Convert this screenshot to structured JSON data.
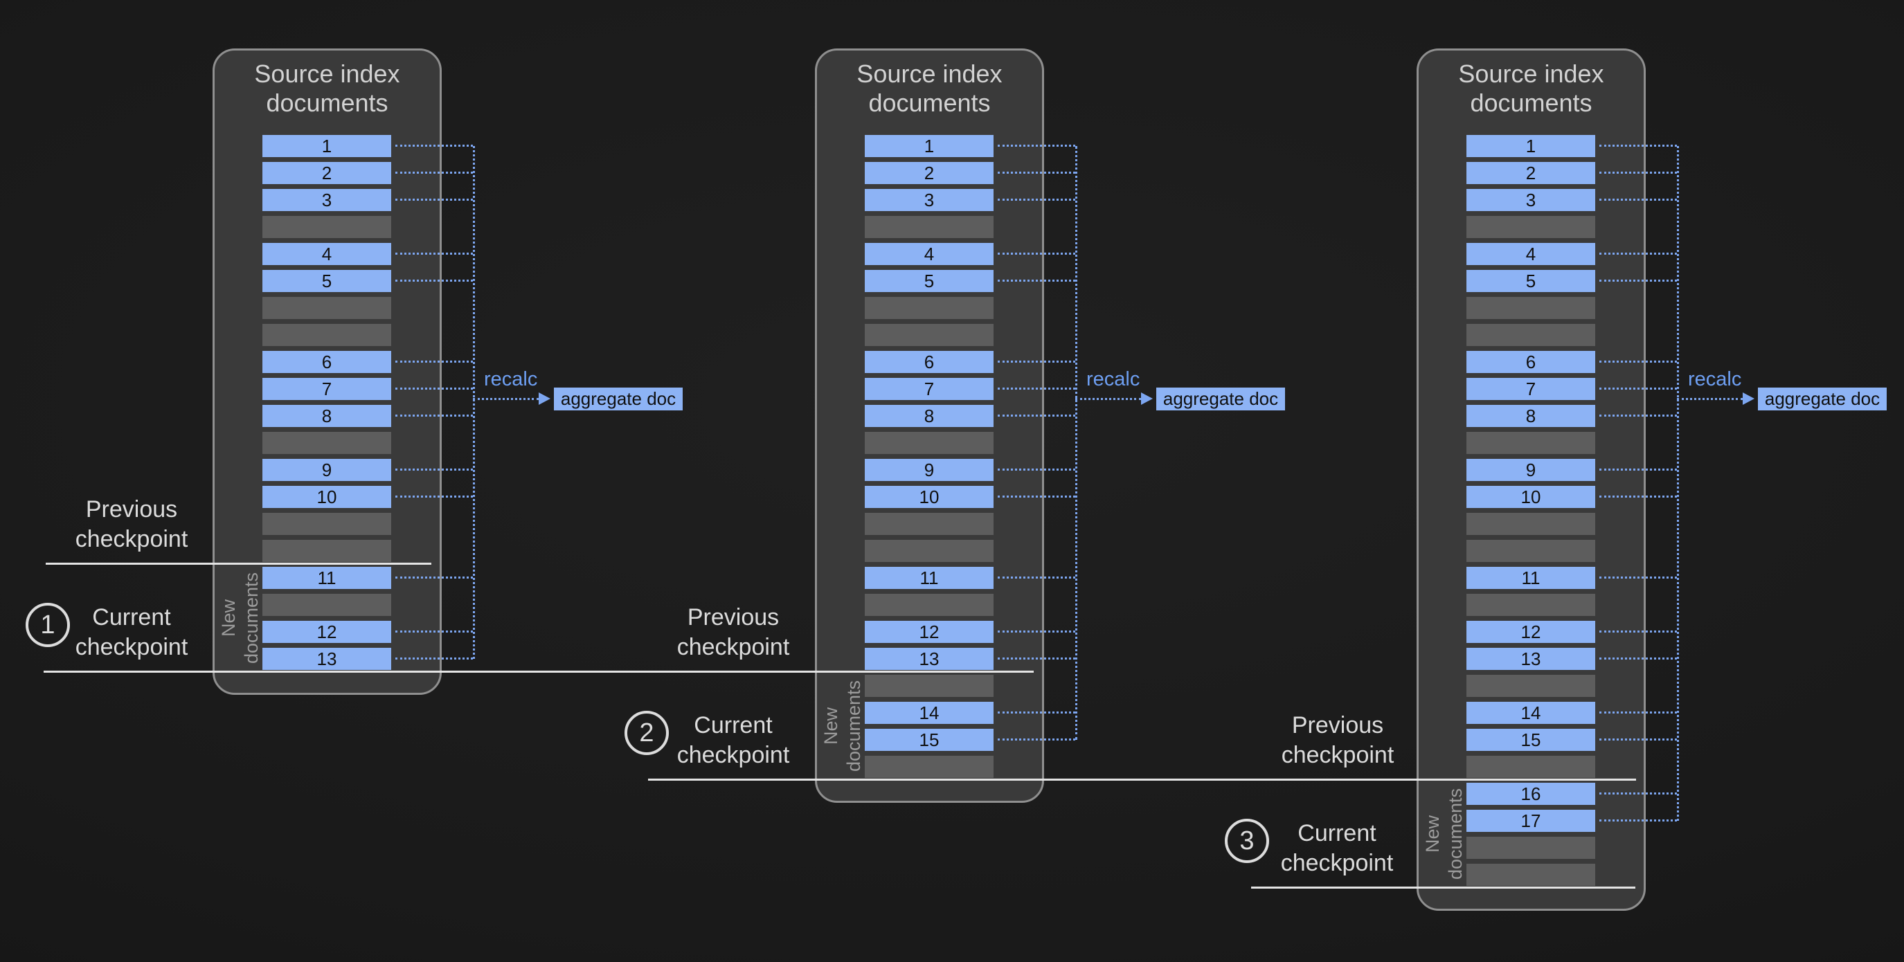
{
  "colors": {
    "background": "#1a1a1a",
    "panel_fill": "#3a3a3a",
    "panel_border": "#8f8f8f",
    "doc_fill": "#8db3f5",
    "doc_text": "#101010",
    "placeholder_fill": "#5d5d5d",
    "connector": "#7da6f0",
    "recalc_text": "#6e9ff2",
    "checkpoint_line": "#e4e4e4",
    "label_text": "#dcdcdc",
    "new_documents_text": "#9c9c9c",
    "title_text": "#d2d2d2"
  },
  "panel_title_lines": [
    "Source index",
    "documents"
  ],
  "recalc_label": "recalc",
  "aggregate_doc_label": "aggregate doc",
  "new_documents_lines": [
    "New",
    "documents"
  ],
  "previous_checkpoint_lines": [
    "Previous",
    "checkpoint"
  ],
  "current_checkpoint_lines": [
    "Current",
    "checkpoint"
  ],
  "checkpoints": [
    {
      "number": "1"
    },
    {
      "number": "2"
    },
    {
      "number": "3"
    }
  ],
  "panels": [
    {
      "rows": [
        "1",
        "2",
        "3",
        null,
        "4",
        "5",
        null,
        null,
        "6",
        "7",
        "8",
        null,
        "9",
        "10",
        null,
        null,
        "11",
        null,
        "12",
        "13"
      ],
      "previous_checkpoint_after_row": 16
    },
    {
      "rows": [
        "1",
        "2",
        "3",
        null,
        "4",
        "5",
        null,
        null,
        "6",
        "7",
        "8",
        null,
        "9",
        "10",
        null,
        null,
        "11",
        null,
        "12",
        "13",
        null,
        "14",
        "15",
        null
      ],
      "previous_checkpoint_after_row": 20
    },
    {
      "rows": [
        "1",
        "2",
        "3",
        null,
        "4",
        "5",
        null,
        null,
        "6",
        "7",
        "8",
        null,
        "9",
        "10",
        null,
        null,
        "11",
        null,
        "12",
        "13",
        null,
        "14",
        "15",
        null,
        "16",
        "17",
        null,
        null
      ],
      "previous_checkpoint_after_row": 24
    }
  ]
}
